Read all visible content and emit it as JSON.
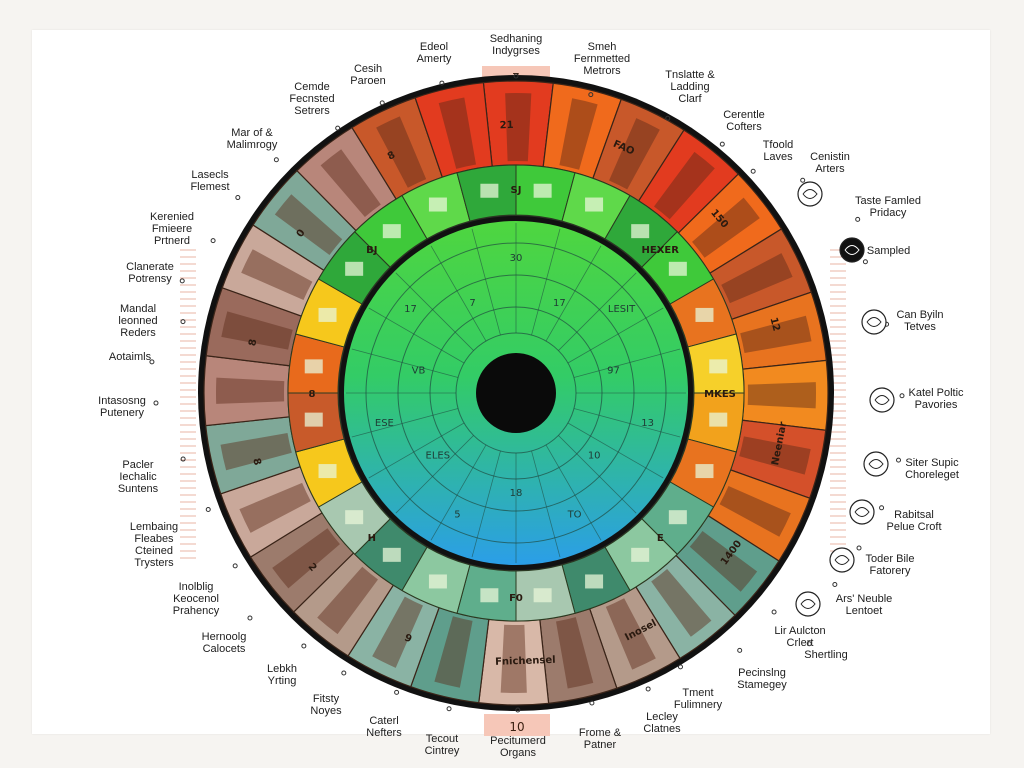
{
  "colors": {
    "outer_warm": [
      "#e23b1f",
      "#f06a1c",
      "#c8582a",
      "#a4502c",
      "#8b4a34"
    ],
    "outer_cool": [
      "#5f9e8c",
      "#8ab3a4",
      "#b49a8a",
      "#9c7b6c",
      "#d8b8a8"
    ],
    "middle_green": "#3fc93a",
    "center_green": "#33d04a",
    "center_blue": "#2fa0e6",
    "pupil": "#0a0a0a",
    "tab": "#f6c7b8"
  },
  "tabs": {
    "top": "7",
    "bottom": "10"
  },
  "labels": [
    {
      "id": "l1",
      "lines": [
        "Sedhaning",
        "Indygrses"
      ]
    },
    {
      "id": "l2",
      "lines": [
        "Edeol",
        "Amerty"
      ]
    },
    {
      "id": "l3",
      "lines": [
        "Smeh",
        "Fernmetted",
        "Metrors"
      ]
    },
    {
      "id": "l4",
      "lines": [
        "Cesih",
        "Paroen"
      ]
    },
    {
      "id": "l5",
      "lines": [
        "Cemde",
        "Fecnsted",
        "Setrers"
      ]
    },
    {
      "id": "l6",
      "lines": [
        "Tnslatte &",
        "Ladding",
        "Clarf"
      ]
    },
    {
      "id": "l7",
      "lines": [
        "Cerentle",
        "Cofters"
      ]
    },
    {
      "id": "l8",
      "lines": [
        "Mar of &",
        "Malimrogy"
      ]
    },
    {
      "id": "l9",
      "lines": [
        "Tfoold",
        "Laves"
      ]
    },
    {
      "id": "l10",
      "lines": [
        "Cenistin",
        "Arters"
      ]
    },
    {
      "id": "l11",
      "lines": [
        "Lasecls",
        "Flemest"
      ]
    },
    {
      "id": "l12",
      "lines": [
        "Taste Famled",
        "Pridacy"
      ]
    },
    {
      "id": "l13",
      "lines": [
        "Kerenied",
        "Fmieere",
        "Prtnerd"
      ]
    },
    {
      "id": "l14",
      "lines": [
        "' Sampled"
      ]
    },
    {
      "id": "l15",
      "lines": [
        "Clanerate",
        "Potrensy"
      ]
    },
    {
      "id": "l16",
      "lines": [
        "Mandal",
        "leonned",
        "Reders"
      ]
    },
    {
      "id": "l17",
      "lines": [
        "Can Byiln",
        "Tetves"
      ]
    },
    {
      "id": "l18",
      "lines": [
        "Aotaimls"
      ]
    },
    {
      "id": "l19",
      "lines": [
        "Katel Poltic",
        "Pavories"
      ]
    },
    {
      "id": "l20",
      "lines": [
        "Intasosng",
        "Putenery"
      ]
    },
    {
      "id": "l21",
      "lines": [
        "Pacler",
        "Iechalic",
        "Suntens"
      ]
    },
    {
      "id": "l22",
      "lines": [
        "Siter Supic",
        "Choreleget"
      ]
    },
    {
      "id": "l23",
      "lines": [
        "Rabitsal",
        "Pelue Croft"
      ]
    },
    {
      "id": "l24",
      "lines": [
        "Lembaing",
        "Fleabes",
        "Cteined",
        "Trysters"
      ]
    },
    {
      "id": "l25",
      "lines": [
        "Toder Bile",
        "Fatorery"
      ]
    },
    {
      "id": "l26",
      "lines": [
        "Inolblig",
        "Keocenol",
        "Prahency"
      ]
    },
    {
      "id": "l27",
      "lines": [
        "Ars' Neuble",
        "Lentoet"
      ]
    },
    {
      "id": "l28",
      "lines": [
        "Lir Aulcton",
        "Crlert"
      ]
    },
    {
      "id": "l29",
      "lines": [
        "Shertling"
      ]
    },
    {
      "id": "l30",
      "lines": [
        "Hernoolg",
        "Calocets"
      ]
    },
    {
      "id": "l31",
      "lines": [
        "Pecinslng",
        "Stamegey"
      ]
    },
    {
      "id": "l32",
      "lines": [
        "Lebkh",
        "Yrting"
      ]
    },
    {
      "id": "l33",
      "lines": [
        "Tment",
        "Fulimnery"
      ]
    },
    {
      "id": "l34",
      "lines": [
        "Fitsty",
        "Noyes"
      ]
    },
    {
      "id": "l35",
      "lines": [
        "Lecley",
        "Clatnes"
      ]
    },
    {
      "id": "l36",
      "lines": [
        "Caterl",
        "Nefters"
      ]
    },
    {
      "id": "l37",
      "lines": [
        "Tecout",
        "Cintrey"
      ]
    },
    {
      "id": "l38",
      "lines": [
        "Pecitumerd",
        "Organs"
      ]
    },
    {
      "id": "l39",
      "lines": [
        "Frome &",
        "Patner"
      ]
    }
  ],
  "outer_ring_texts": [
    "21",
    "FAO",
    "150",
    "12",
    "Neeniar",
    "1400",
    "Inosel",
    "Fnichensel",
    "9",
    "2",
    "8",
    "8",
    "0",
    "8"
  ],
  "middle_ring_texts": [
    "SJ",
    "HEXER",
    "MKES",
    "E",
    "F0",
    "H",
    "8",
    "BJ"
  ],
  "inner_ring_texts": [
    "30",
    "17",
    "LESIT",
    "97",
    "13",
    "10",
    "TO",
    "18",
    "5",
    "ELES",
    "ESE",
    "VB",
    "17",
    "7"
  ]
}
